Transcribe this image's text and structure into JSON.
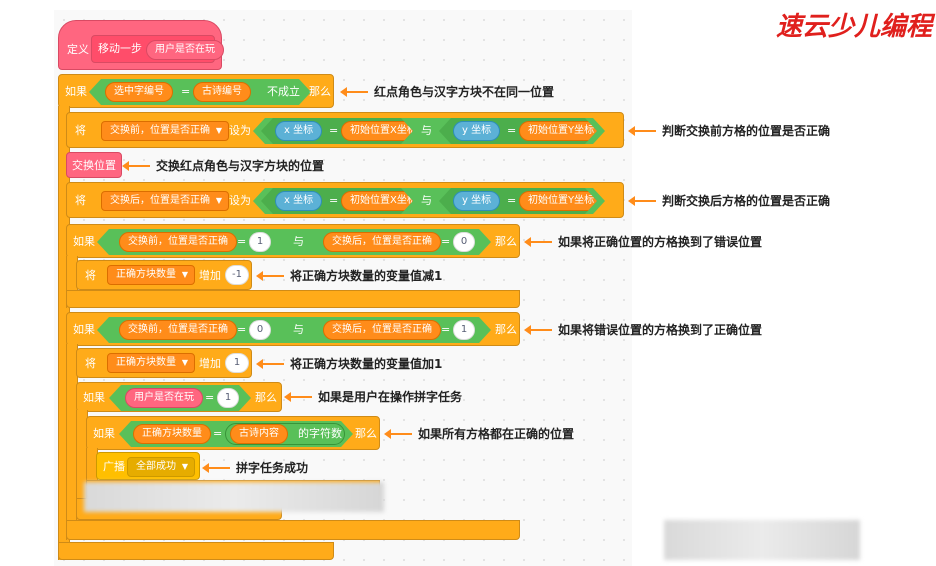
{
  "brand": {
    "text": "速云少儿编程"
  },
  "define": {
    "keyword": "定义",
    "name": "移动一步",
    "param": "用户是否在玩"
  },
  "if1": {
    "keyword": "如果",
    "var": "选中字编号",
    "eq": "=",
    "var2": "古诗编号",
    "not": "不成立",
    "then": "那么"
  },
  "set1": {
    "keyword": "将",
    "var": "交换前，位置是否正确",
    "to": "设为",
    "x_sensor": "x 坐标",
    "eq": "=",
    "x_var": "初始位置X坐标",
    "and": "与",
    "y_sensor": "y 坐标",
    "y_var": "初始位置Y坐标"
  },
  "swap": {
    "label": "交换位置"
  },
  "set2": {
    "keyword": "将",
    "var": "交换后，位置是否正确",
    "to": "设为",
    "x_sensor": "x 坐标",
    "eq": "=",
    "x_var": "初始位置X坐标",
    "and": "与",
    "y_sensor": "y 坐标",
    "y_var": "初始位置Y坐标"
  },
  "if2": {
    "keyword": "如果",
    "var1": "交换前，位置是否正确",
    "eq": "=",
    "val1": "1",
    "and": "与",
    "var2": "交换后，位置是否正确",
    "val2": "0",
    "then": "那么"
  },
  "change1": {
    "keyword": "将",
    "var": "正确方块数量",
    "op": "增加",
    "val": "-1"
  },
  "if3": {
    "keyword": "如果",
    "var1": "交换前，位置是否正确",
    "eq": "=",
    "val1": "0",
    "and": "与",
    "var2": "交换后，位置是否正确",
    "val2": "1",
    "then": "那么"
  },
  "change2": {
    "keyword": "将",
    "var": "正确方块数量",
    "op": "增加",
    "val": "1"
  },
  "if4": {
    "keyword": "如果",
    "param": "用户是否在玩",
    "eq": "=",
    "val": "1",
    "then": "那么"
  },
  "if5": {
    "keyword": "如果",
    "var": "正确方块数量",
    "eq": "=",
    "var2": "古诗内容",
    "suffix": "的字符数",
    "then": "那么"
  },
  "broadcast": {
    "keyword": "广播",
    "msg": "全部成功"
  },
  "notes": {
    "n1": "红点角色与汉字方块不在同一位置",
    "n2": "判断交换前方格的位置是否正确",
    "n3": "交换红点角色与汉字方块的位置",
    "n4": "判断交换后方格的位置是否正确",
    "n5": "如果将正确位置的方格换到了错误位置",
    "n6": "将正确方块数量的变量值减1",
    "n7": "如果将错误位置的方格换到了正确位置",
    "n8": "将正确方块数量的变量值加1",
    "n9": "如果是用户在操作拼字任务",
    "n10": "如果所有方格都在正确的位置",
    "n11": "拼字任务成功"
  }
}
